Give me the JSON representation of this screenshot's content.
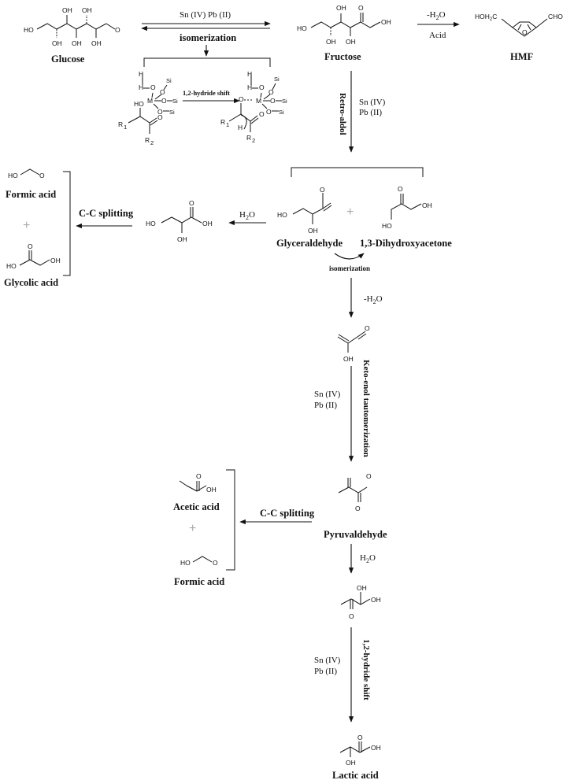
{
  "compounds": {
    "glucose": "Glucose",
    "fructose": "Fructose",
    "hmf": "HMF",
    "formic_acid_1": "Formic acid",
    "glycolic_acid": "Glycolic acid",
    "glyceraldehyde": "Glyceraldehyde",
    "dihydroxyacetone": "1,3-Dihydroxyacetone",
    "acetic_acid": "Acetic acid",
    "formic_acid_2": "Formic acid",
    "pyruvaldehyde": "Pyruvaldehyde",
    "lactic_acid": "Lactic acid"
  },
  "conditions": {
    "top_catalyst": "Sn (IV)  Pb (II)",
    "isomerization_top": "isomerization",
    "minus_water_hmf": "-H2O",
    "acid": "Acid",
    "hydride_shift_mech": "1,2-hydride shift",
    "retro_aldol": "Retro-aldol",
    "sn_1": "Sn (IV)",
    "pb_1": "Pb (II)",
    "water_1": "H2O",
    "cc_splitting_1": "C-C splitting",
    "isomerization_mid": "isomerization",
    "minus_water_mid": "-H2O",
    "keto_enol": "Keto-enol tautomerization",
    "sn_2": "Sn (IV)",
    "pb_2": "Pb (II)",
    "cc_splitting_2": "C-C splitting",
    "water_2": "H2O",
    "hydride_shift": "1,2-hydride shift",
    "sn_3": "Sn (IV)",
    "pb_3": "Pb (II)"
  },
  "atoms": {
    "oh": "OH",
    "ho": "HO",
    "o": "O",
    "h": "H",
    "m": "M",
    "si": "Si",
    "r1": "R",
    "r2": "R",
    "sub1": "1",
    "sub2": "2",
    "hoh2c": "HOH2C",
    "cho": "CHO"
  },
  "symbols": {
    "plus": "+"
  }
}
